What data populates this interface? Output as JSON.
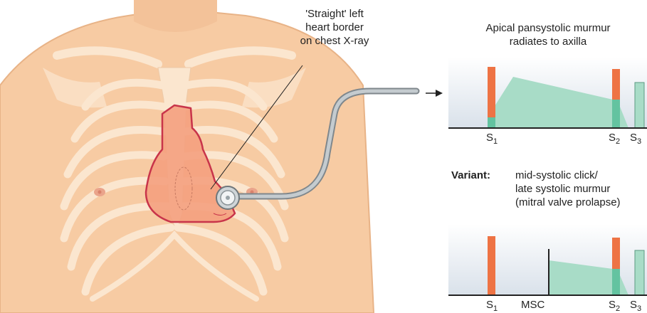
{
  "annotations": {
    "heart_border": [
      "'Straight' left",
      "heart border",
      "on chest X-ray"
    ],
    "pansystolic": [
      "Apical pansystolic murmur",
      "radiates to axilla"
    ],
    "variant_label": "Variant:",
    "variant_desc": [
      "mid-systolic click/",
      "late systolic murmur",
      "(mitral valve prolapse)"
    ]
  },
  "phonogram_top": {
    "s1": "S",
    "s1_sub": "1",
    "s2": "S",
    "s2_sub": "2",
    "s3": "S",
    "s3_sub": "3"
  },
  "phonogram_bottom": {
    "s1": "S",
    "s1_sub": "1",
    "msc": "MSC",
    "s2": "S",
    "s2_sub": "2",
    "s3": "S",
    "s3_sub": "3"
  },
  "colors": {
    "skin": "#f7cba3",
    "skin_edge": "#e8b387",
    "rib": "#fbe6cf",
    "heart_fill": "#f4a07e",
    "heart_border": "#c8344a",
    "panel_bg": "#dfe6ee",
    "murmur": "#a8dcc7",
    "murmur_edge": "#5b9a82",
    "sound_bar": "#ee7344",
    "overlap": "#63c3a0",
    "tube": "#9aa3a8"
  }
}
